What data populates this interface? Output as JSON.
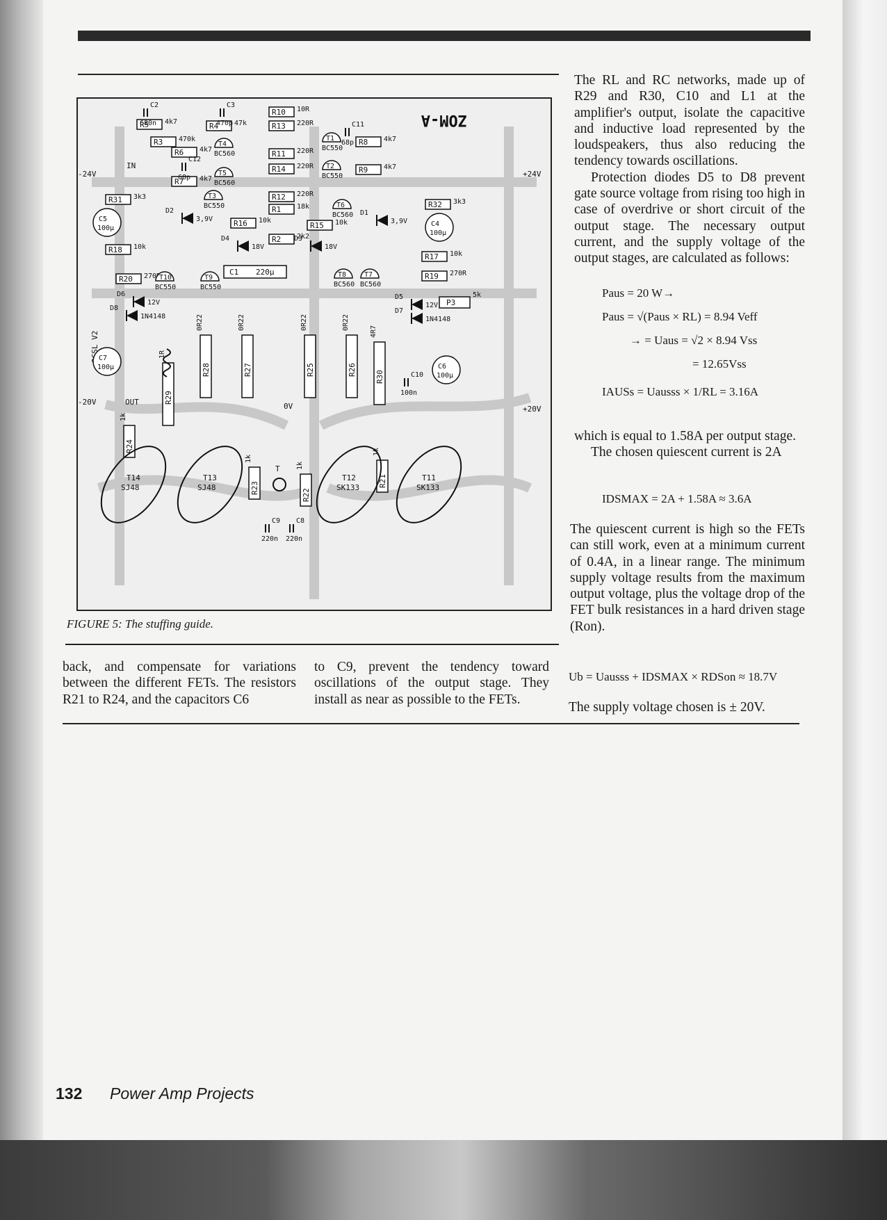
{
  "figure": {
    "caption": "FIGURE 5: The stuffing guide.",
    "board_label": "OCSL V2",
    "mirror_label": "ZOM-A",
    "rails": {
      "neg24": "-24V",
      "pos24": "+24V",
      "neg20": "-20V",
      "pos20": "+20V",
      "zero": "0V",
      "in": "IN",
      "out": "OUT"
    },
    "resistors": [
      {
        "id": "R5",
        "value": "4k7"
      },
      {
        "id": "R3",
        "value": "470k"
      },
      {
        "id": "R4",
        "value": "47k"
      },
      {
        "id": "R10",
        "value": "10R"
      },
      {
        "id": "R13",
        "value": "220R"
      },
      {
        "id": "R6",
        "value": "4k7"
      },
      {
        "id": "R7",
        "value": "4k7"
      },
      {
        "id": "R11",
        "value": "220R"
      },
      {
        "id": "R14",
        "value": "220R"
      },
      {
        "id": "R8",
        "value": "4k7"
      },
      {
        "id": "R9",
        "value": "4k7"
      },
      {
        "id": "R31",
        "value": "3k3"
      },
      {
        "id": "R12",
        "value": "220R"
      },
      {
        "id": "R1",
        "value": "18k"
      },
      {
        "id": "R32",
        "value": "3k3"
      },
      {
        "id": "R16",
        "value": "10k"
      },
      {
        "id": "R15",
        "value": "10k"
      },
      {
        "id": "R2",
        "value": "2k2"
      },
      {
        "id": "R18",
        "value": "10k"
      },
      {
        "id": "R17",
        "value": "10k"
      },
      {
        "id": "R20",
        "value": "270R"
      },
      {
        "id": "R19",
        "value": "270R"
      },
      {
        "id": "R28",
        "value": "0R22"
      },
      {
        "id": "R27",
        "value": "0R22"
      },
      {
        "id": "R25",
        "value": "0R22"
      },
      {
        "id": "R26",
        "value": "0R22"
      },
      {
        "id": "R30",
        "value": "4R7"
      },
      {
        "id": "R29",
        "value": "1R"
      },
      {
        "id": "R24",
        "value": "1k"
      },
      {
        "id": "R23",
        "value": "1k"
      },
      {
        "id": "R22",
        "value": "1k"
      },
      {
        "id": "R21",
        "value": "1k"
      }
    ],
    "capacitors": [
      {
        "id": "C2",
        "value": "680n"
      },
      {
        "id": "C3",
        "value": "470p"
      },
      {
        "id": "C11",
        "value": "68p"
      },
      {
        "id": "C12",
        "value": "68p"
      },
      {
        "id": "C5",
        "value": "100µ"
      },
      {
        "id": "C4",
        "value": "100µ"
      },
      {
        "id": "C1",
        "value": "220µ"
      },
      {
        "id": "C7",
        "value": "100µ"
      },
      {
        "id": "C6",
        "value": "100µ"
      },
      {
        "id": "C10",
        "value": "100n"
      },
      {
        "id": "C9",
        "value": "220n"
      },
      {
        "id": "C8",
        "value": "220n"
      }
    ],
    "transistors": [
      {
        "id": "T4",
        "type": "BC560"
      },
      {
        "id": "T1",
        "type": "BC550"
      },
      {
        "id": "T5",
        "type": "BC560"
      },
      {
        "id": "T2",
        "type": "BC550"
      },
      {
        "id": "T3",
        "type": "BC550"
      },
      {
        "id": "T6",
        "type": "BC560"
      },
      {
        "id": "T10",
        "type": "BC550"
      },
      {
        "id": "T9",
        "type": "BC550"
      },
      {
        "id": "T8",
        "type": "BC560"
      },
      {
        "id": "T7",
        "type": "BC560"
      },
      {
        "id": "T14",
        "type": "SJ48"
      },
      {
        "id": "T13",
        "type": "SJ48"
      },
      {
        "id": "T12",
        "type": "SK133"
      },
      {
        "id": "T11",
        "type": "SK133"
      }
    ],
    "diodes": [
      {
        "id": "D2",
        "value": "3,9V"
      },
      {
        "id": "D1",
        "value": "3,9V"
      },
      {
        "id": "D4",
        "value": "18V"
      },
      {
        "id": "D3",
        "value": "18V"
      },
      {
        "id": "D6",
        "value": "12V"
      },
      {
        "id": "D8",
        "value": "1N4148"
      },
      {
        "id": "D5",
        "value": "12V"
      },
      {
        "id": "D7",
        "value": "1N4148"
      }
    ],
    "trimmer": {
      "id": "P3",
      "value": "5k"
    },
    "coil": "L1",
    "test_point": "T"
  },
  "right_column": {
    "p1": "The RL and RC networks, made up of R29 and R30, C10 and L1 at the amplifier's output, isolate the capacitive and inductive load represented by the loudspeakers, thus also reducing the tendency towards oscillations.",
    "p2": "Protection diodes D5 to D8 prevent gate source voltage from rising too high in case of overdrive or short circuit of the output stage. The necessary output current, and the supply voltage of the output stages, are calculated as follows:",
    "eq1": "Paus = 20 W→",
    "eq2": "Paus = √(Paus × RL) = 8.94 Veff",
    "eq3": "→ = Uaus = √2 × 8.94 Vss",
    "eq4": "= 12.65Vss",
    "eq5": "IAUSs = Uausss × 1/RL = 3.16A",
    "p3": "which is equal to 1.58A per output stage.",
    "p4": "The chosen quiescent current is 2A",
    "eq6": "IDSMAX = 2A + 1.58A ≈ 3.6A",
    "p5": "The quiescent current is high so the FETs can still work, even at a minimum current of 0.4A, in a linear range. The minimum supply voltage results from the maximum output voltage, plus the voltage drop of the FET bulk resistances in a hard driven stage (Ron).",
    "eq7": "Ub = Uausss + IDSMAX × RDSon ≈ 18.7V",
    "p6": "The supply voltage chosen is ± 20V."
  },
  "bottom_columns": {
    "col1": "back, and compensate for variations between the different FETs. The resistors R21 to R24, and the capacitors C6",
    "col2": "to C9, prevent the tendency toward oscillations of the output stage. They install as near as possible to the FETs."
  },
  "footer": {
    "page_number": "132",
    "book_title": "Power Amp Projects"
  }
}
